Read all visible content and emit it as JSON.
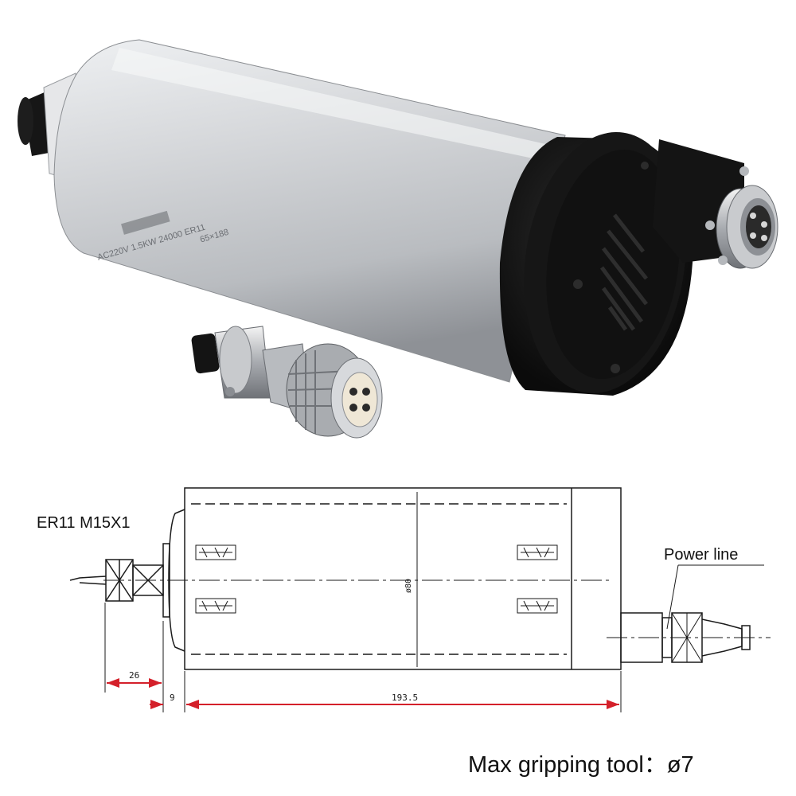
{
  "photo": {
    "motor_marking_line1": "AC220V 1.5KW 24000 ER11",
    "motor_marking_line2": "65×188",
    "colors": {
      "body": "#c9ccd0",
      "cap": "#161616",
      "connector": "#b9bcc0"
    }
  },
  "drawing": {
    "collet_label": "ER11 M15X1",
    "power_label": "Power line",
    "diameter_label": "ø80",
    "dim_26": "26",
    "dim_9": "9",
    "dim_193": "193.5",
    "colors": {
      "line": "#1a1a1a",
      "dimension": "#d4202a"
    }
  },
  "footer": {
    "max_grip": "Max gripping tool：ø7"
  }
}
